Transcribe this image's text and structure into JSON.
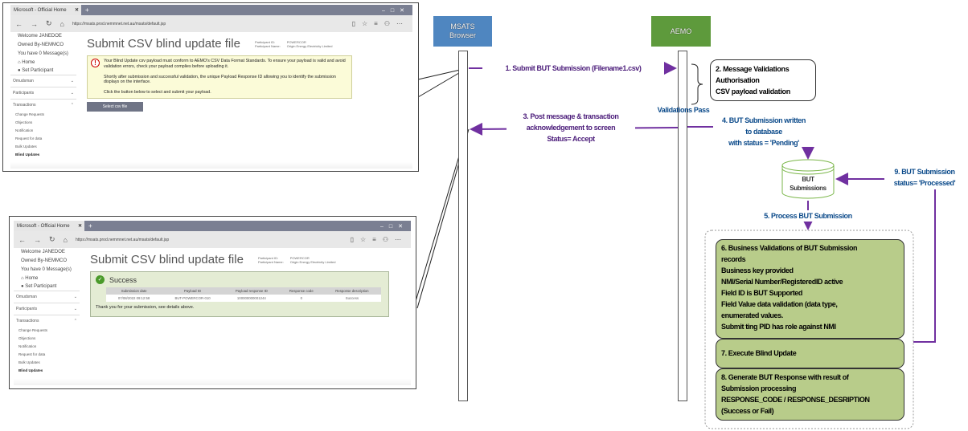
{
  "screenshot_top": {
    "browser_tab": "Microsoft - Official Home",
    "url": "https://msats.prod.nemmnet.net.au/msats/default.jsp",
    "sidebar": {
      "welcome": "Welcome JANEDOE",
      "owned_by": "Owned By-NEMMCO",
      "messages": "You have 0 Message(s)",
      "home": "Home",
      "set_participant": "Set Participant",
      "sections": [
        "Omudsman",
        "Participants",
        "Transactions"
      ],
      "sub_items": [
        "Change Requests",
        "Objections",
        "Notification",
        "Request for data",
        "Bulk Updates",
        "Blind Updates"
      ]
    },
    "page_title": "Submit CSV blind update file",
    "participant_id_label": "Participant ID:",
    "participant_id": "POWERCOR",
    "participant_name_label": "Participant Name:",
    "participant_name": "Origin Energy Electricity Limited",
    "warning_lines": [
      "Your Blind Update csv payload must conform to AEMO's CSV Data Format Standards. To ensure your payload is valid and avoid validation errors, check your payload complies before uploading it.",
      "Shortly after submission and successful validation, the unique Payload Response ID allowing you to identify the submission displays on the interface.",
      "Click the button below to select and submit your payload."
    ],
    "select_button": "Select csv file"
  },
  "screenshot_bottom": {
    "browser_tab": "Microsoft - Official Home",
    "url": "https://msats.prod.nemmnet.net.au/msats/default.jsp",
    "page_title": "Submit CSV blind update file",
    "participant_id_label": "Participant ID:",
    "participant_id": "POWERCOR",
    "participant_name_label": "Participant Name:",
    "participant_name": "Origin Energy Electricity Limited",
    "success_title": "Success",
    "table": {
      "headers": [
        "Submission date",
        "Payload ID",
        "Payload response ID",
        "Response code",
        "Response description"
      ],
      "row": [
        "07/08/2022 09:12:58",
        "BUT-POWERCOR-010",
        "100000000001244",
        "0",
        "Success"
      ]
    },
    "thanks": "Thank you for your submission, see details above."
  },
  "diagram": {
    "actors": {
      "msats": [
        "MSATS",
        "Browser"
      ],
      "aemo": "AEMO"
    },
    "step1": "1. Submit BUT Submission (Filename1.csv)",
    "step2": [
      "2. Message Validations",
      "Authorisation",
      "CSV payload validation"
    ],
    "validations_pass": "Validations Pass",
    "step3": [
      "3. Post message & transaction",
      "acknowledgement to screen",
      "Status= Accept"
    ],
    "step4": [
      "4. BUT Submission written",
      "to database",
      "with status = 'Pending'"
    ],
    "database": [
      "BUT",
      "Submissions"
    ],
    "step5": "5. Process BUT Submission",
    "step6": [
      "6. Business Validations of BUT Submission",
      "records",
      "Business key provided",
      "NMI/Serial Number/RegisteredID active",
      "Field ID is BUT Supported",
      "Field Value data validation (data type,",
      "enumerated values.",
      "Submit ting PID has role against NMI"
    ],
    "step7": "7. Execute Blind Update",
    "step8": [
      "8. Generate BUT Response with result of",
      "Submission processing",
      "RESPONSE_CODE / RESPONSE_DESRIPTION",
      "(Success or Fail)"
    ],
    "step9": [
      "9. BUT Submission",
      "status= 'Processed'"
    ],
    "colors": {
      "msats": "#4f86c0",
      "aemo": "#5e9a3c",
      "arrow": "#7030a0",
      "green_box": "#b8cc8a",
      "blue_text": "#0b4a8a"
    }
  }
}
